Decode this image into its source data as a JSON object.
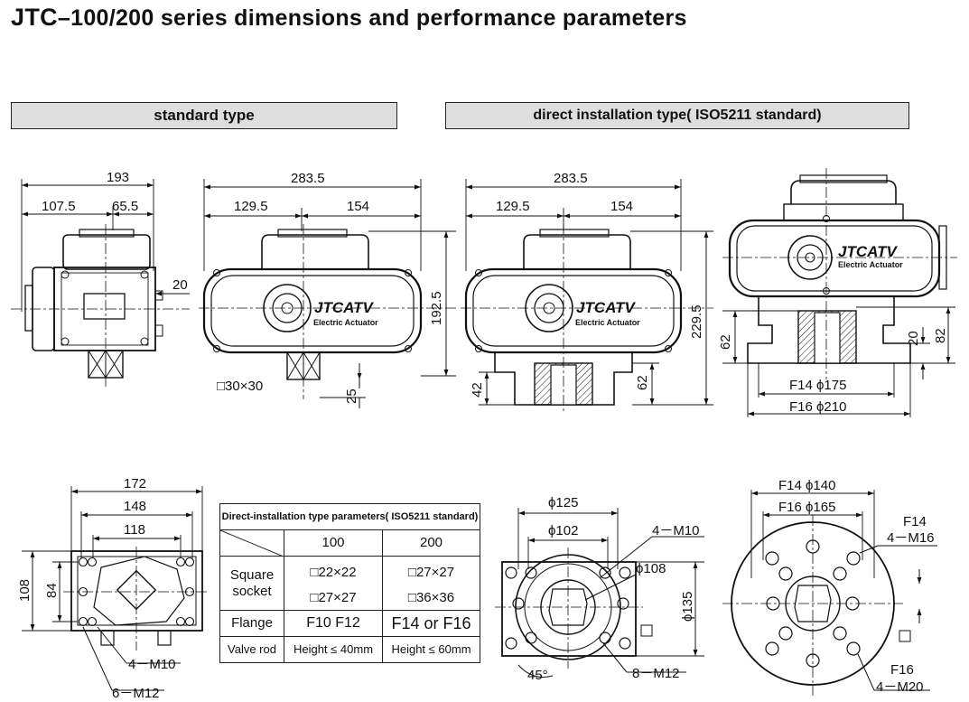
{
  "title": {
    "brand": "JTC",
    "rest": "–100/200 series dimensions and performance parameters"
  },
  "headers": {
    "standard": "standard type",
    "direct": "direct installation type( ISO5211 standard)"
  },
  "logo": {
    "brand": "JTCATV",
    "subtitle": "Electric Actuator"
  },
  "dims": {
    "d193": "193",
    "d107_5": "107.5",
    "d65_5": "65.5",
    "d20a": "20",
    "d283_5": "283.5",
    "d129_5": "129.5",
    "d154": "154",
    "d192_5": "192.5",
    "sq30": "□30×30",
    "d25": "25",
    "d283_5b": "283.5",
    "d129_5b": "129.5",
    "d154b": "154",
    "d229_5": "229.5",
    "d42": "42",
    "d62a": "62",
    "d62b": "62",
    "d20b": "20",
    "d82": "82",
    "f14_175": "F14  ϕ175",
    "f16_210": "F16  ϕ210",
    "d172": "172",
    "d148": "148",
    "d118": "118",
    "d108": "108",
    "d84": "84",
    "m10_4": "4－M10",
    "m12_6": "6－M12",
    "phi125": "ϕ125",
    "phi102": "ϕ102",
    "m10b": "4－M10",
    "phi108": "ϕ108",
    "phi135": "ϕ135",
    "deg45": "45°",
    "m12_8": "8－M12",
    "sq1": "□",
    "f14_140": "F14  ϕ140",
    "f16_165": "F16  ϕ165",
    "f14": "F14",
    "m16": "4－M16",
    "f16": "F16",
    "m20": "4－M20",
    "sq2": "□"
  },
  "table": {
    "caption": "Direct-installation type parameters( ISO5211 standard)",
    "col100": "100",
    "col200": "200",
    "square_socket_1": "Square",
    "square_socket_2": "socket",
    "sq100a": "□22×22",
    "sq200a": "□27×27",
    "sq100b": "□27×27",
    "sq200b": "□36×36",
    "flange": "Flange",
    "flange100": "F10  F12",
    "flange200": "F14 or F16",
    "valve_rod": "Valve rod",
    "rod100": "Height ≤ 40mm",
    "rod200": "Height ≤ 60mm"
  }
}
